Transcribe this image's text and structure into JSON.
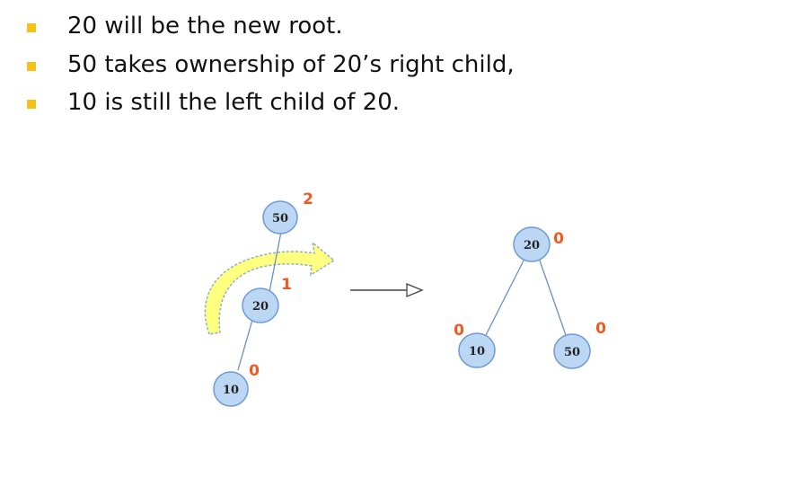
{
  "bullets": [
    "20 will be the new root.",
    "50 takes ownership of 20’s right child,",
    "10 is still the left child of 20."
  ],
  "colors": {
    "bullet": "#f6c21a",
    "node_fill": "#bcd7f3",
    "node_stroke": "#6c9bd6",
    "balance_factor": "#f05a1e",
    "rotation_arrow": "#ffff80"
  },
  "before_tree": {
    "nodes": [
      {
        "id": "b50",
        "label": "50",
        "balance": "2"
      },
      {
        "id": "b20",
        "label": "20",
        "balance": "1"
      },
      {
        "id": "b10",
        "label": "10",
        "balance": "0"
      }
    ]
  },
  "after_tree": {
    "nodes": [
      {
        "id": "a20",
        "label": "20",
        "balance": "0"
      },
      {
        "id": "a10",
        "label": "10",
        "balance": "0"
      },
      {
        "id": "a50",
        "label": "50",
        "balance": "0"
      }
    ]
  }
}
